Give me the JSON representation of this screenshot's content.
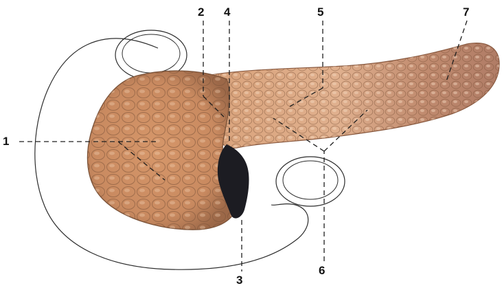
{
  "callouts": [
    "1",
    "2",
    "3",
    "4",
    "5",
    "6",
    "7"
  ],
  "colors": {
    "tissue_light": "#e3b08a",
    "tissue_mid": "#c98f66",
    "tissue_dark": "#9a6a4a",
    "tail_tissue": "#b48066",
    "lobule_outline": "#7a5238",
    "vessel_shadow": "#1c1c22",
    "outline_stroke": "#2b2b2b",
    "callout_line": "#1e1e1e"
  }
}
